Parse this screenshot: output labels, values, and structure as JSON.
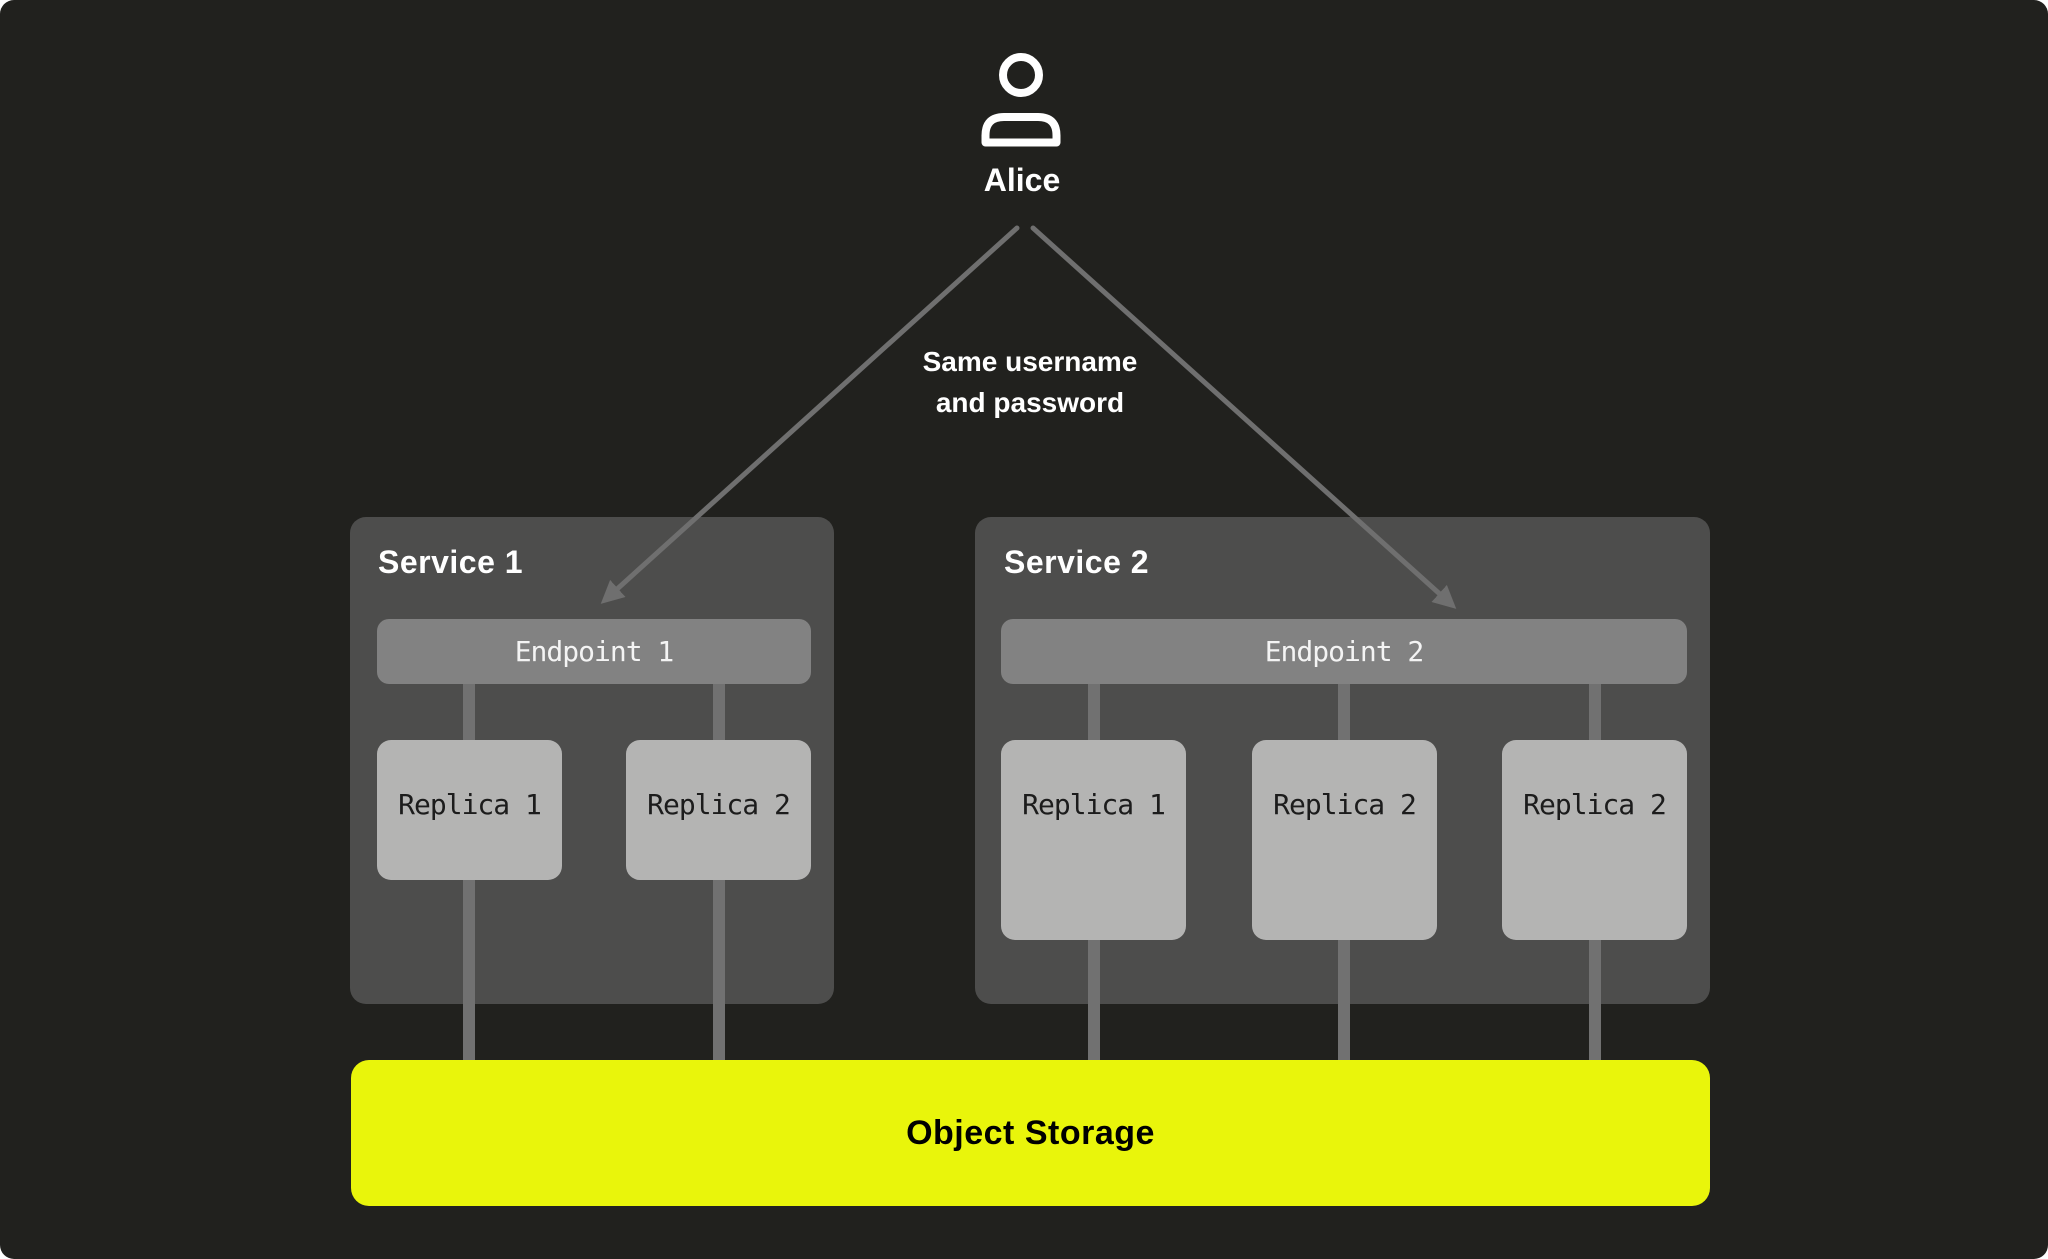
{
  "user": {
    "name": "Alice",
    "icon": "user-icon"
  },
  "annotation": {
    "line1": "Same username",
    "line2": "and password"
  },
  "services": [
    {
      "title": "Service 1",
      "endpoint": "Endpoint 1",
      "replicas": [
        "Replica 1",
        "Replica 2"
      ]
    },
    {
      "title": "Service 2",
      "endpoint": "Endpoint 2",
      "replicas": [
        "Replica 1",
        "Replica 2",
        "Replica 2"
      ]
    }
  ],
  "storage": {
    "label": "Object Storage"
  },
  "colors": {
    "canvas_bg": "#21211e",
    "service_card": "#4d4d4c",
    "endpoint_bar": "#828282",
    "replica_box": "#b4b4b3",
    "connector_line": "#717171",
    "arrow": "#6f6f6f",
    "storage_accent": "#e9f50b"
  }
}
